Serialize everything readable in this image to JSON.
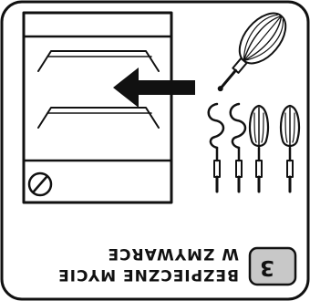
{
  "caption": {
    "line1": "BEZPIECZNE MYCIE",
    "line2": "W ZMYWARCE"
  },
  "step": {
    "number": "3"
  },
  "icons": {
    "dishwasher": "dishwasher-icon",
    "arrow": "arrow-left-icon",
    "whisk": "balloon-whisk-icon",
    "dough_hooks": "dough-hook-icon",
    "beaters": "beater-icon"
  },
  "colors": {
    "ink": "#111111",
    "background": "#ffffff",
    "step_badge": "#c8c8c8"
  }
}
